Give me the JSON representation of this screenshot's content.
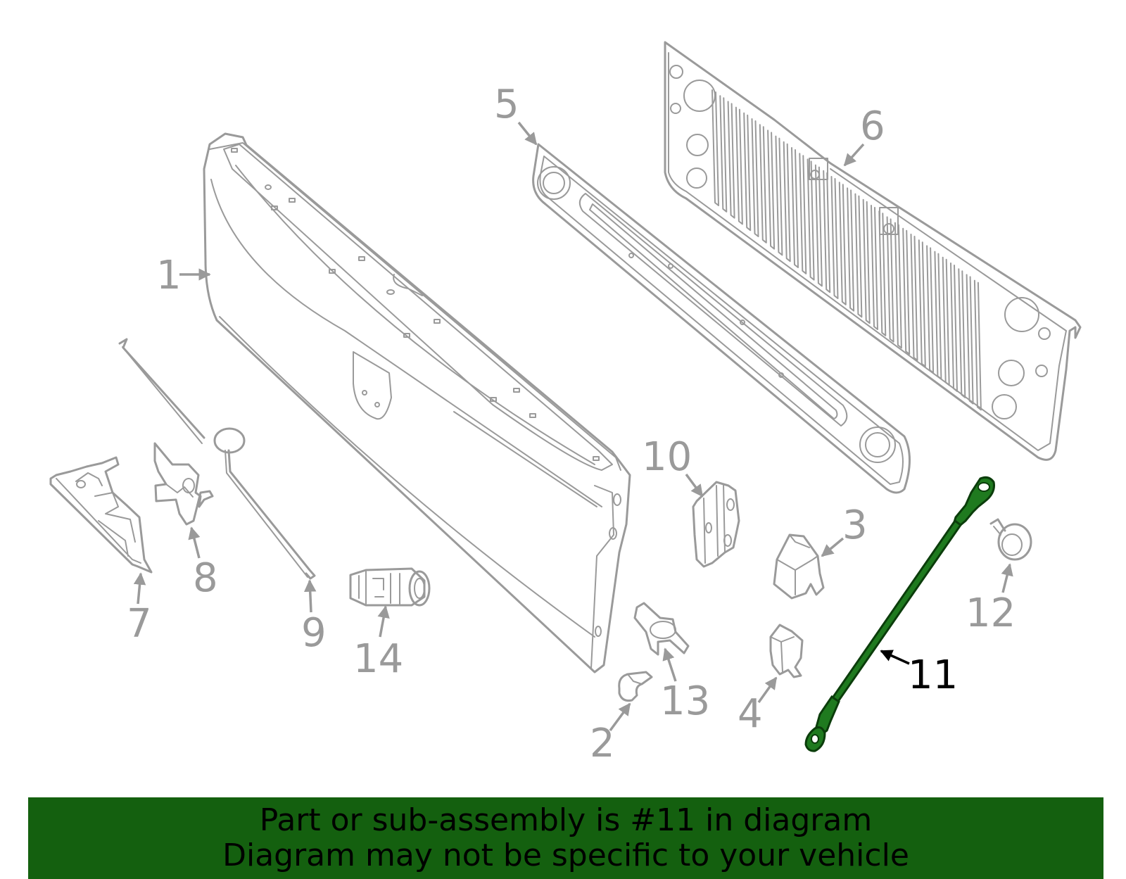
{
  "callouts": {
    "c1": "1",
    "c2": "2",
    "c3": "3",
    "c4": "4",
    "c5": "5",
    "c6": "6",
    "c7": "7",
    "c8": "8",
    "c9": "9",
    "c10": "10",
    "c11": "11",
    "c12": "12",
    "c13": "13",
    "c14": "14"
  },
  "highlighted_part": "11",
  "colors": {
    "part_outline": "#9a9a9a",
    "highlight": "#1f7a1f",
    "banner": "#14600f"
  },
  "banner": {
    "line1": "Part or sub-assembly is #11 in diagram",
    "line2": "Diagram may not be specific to your vehicle"
  }
}
